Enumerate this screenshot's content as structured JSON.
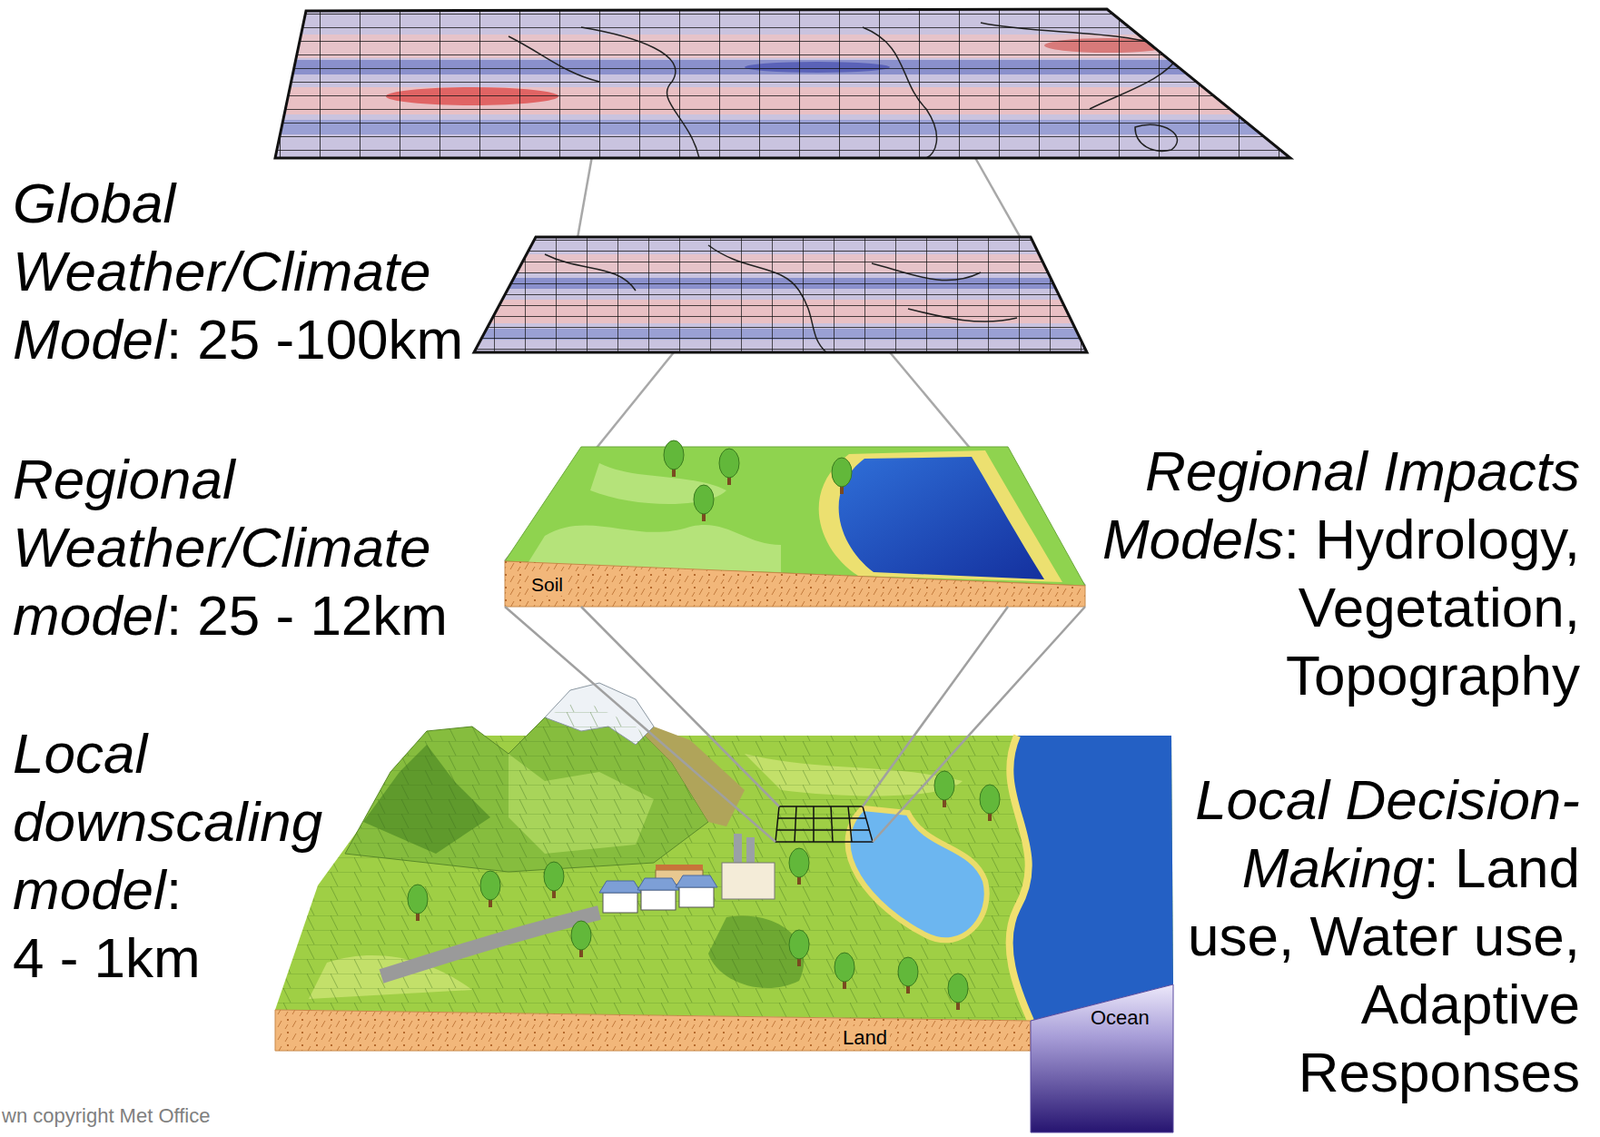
{
  "diagram": {
    "labels": [
      "Global Weather/Climate Model",
      ": 25 -100km",
      "Regional Weather/Climate model",
      ": 25 - 12km",
      "Local downscaling model",
      ":",
      "4 - 1km",
      "Regional Impacts Models",
      ": Hydrology, Vegetation, Topography",
      "Local Decision-Making",
      ": Land use, Water use, Adaptive Responses",
      "Soil",
      "Land",
      "Ocean",
      "wn copyright Met Office"
    ]
  }
}
